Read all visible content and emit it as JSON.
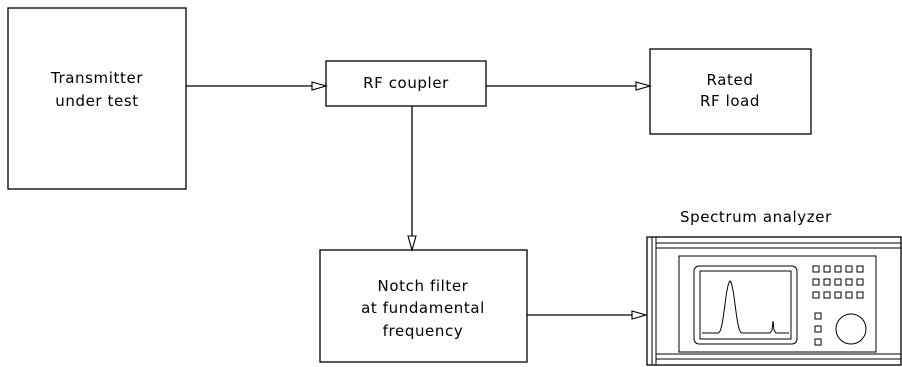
{
  "blocks": {
    "transmitter": {
      "lines": [
        "Transmitter",
        "under test"
      ]
    },
    "coupler": {
      "lines": [
        "RF coupler"
      ]
    },
    "load": {
      "lines": [
        "Rated",
        "RF load"
      ]
    },
    "notch": {
      "lines": [
        "Notch filter",
        "at fundamental",
        "frequency"
      ]
    },
    "analyzer": {
      "title": "Spectrum analyzer"
    }
  }
}
